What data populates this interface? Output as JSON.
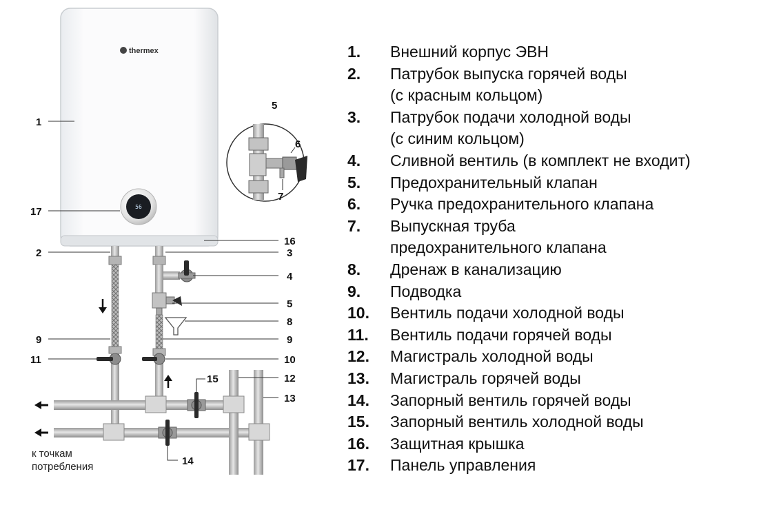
{
  "brand": "thermex",
  "display_value": "56",
  "consumer_note": {
    "line1": "к точкам",
    "line2": "потребления"
  },
  "callouts": {
    "c1": "1",
    "c2": "2",
    "c3": "3",
    "c4": "4",
    "c5": "5",
    "c5b": "5",
    "c6": "6",
    "c7": "7",
    "c8": "8",
    "c9a": "9",
    "c9b": "9",
    "c10": "10",
    "c11": "11",
    "c12": "12",
    "c13": "13",
    "c14": "14",
    "c15": "15",
    "c16": "16",
    "c17": "17"
  },
  "legend": [
    {
      "num": "1.",
      "text": "Внешний корпус ЭВН"
    },
    {
      "num": "2.",
      "text": "Патрубок выпуска горячей воды\n(с красным кольцом)"
    },
    {
      "num": "3.",
      "text": "Патрубок подачи холодной воды\n(с синим кольцом)"
    },
    {
      "num": "4.",
      "text": "Сливной вентиль (в комплект не входит)"
    },
    {
      "num": "5.",
      "text": "Предохранительный клапан"
    },
    {
      "num": "6.",
      "text": "Ручка предохранительного клапана"
    },
    {
      "num": "7.",
      "text": "Выпускная труба\nпредохранительного клапана"
    },
    {
      "num": "8.",
      "text": "Дренаж в канализацию"
    },
    {
      "num": "9.",
      "text": "Подводка"
    },
    {
      "num": "10.",
      "text": "Вентиль подачи холодной воды"
    },
    {
      "num": "11.",
      "text": "Вентиль подачи горячей воды"
    },
    {
      "num": "12.",
      "text": "Магистраль холодной воды"
    },
    {
      "num": "13.",
      "text": "Магистраль горячей воды"
    },
    {
      "num": "14.",
      "text": "Запорный вентиль горячей воды"
    },
    {
      "num": "15.",
      "text": "Запорный вентиль холодной воды"
    },
    {
      "num": "16.",
      "text": "Защитная крышка"
    },
    {
      "num": "17.",
      "text": "Панель управления"
    }
  ]
}
